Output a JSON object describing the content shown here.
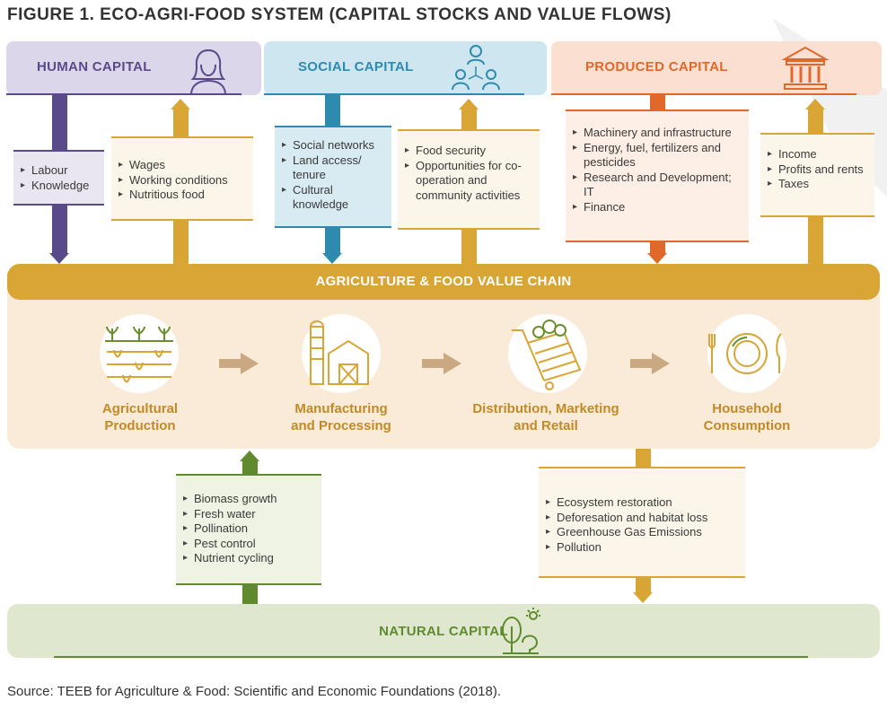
{
  "title": "FIGURE 1. ECO-AGRI-FOOD SYSTEM (CAPITAL STOCKS AND VALUE FLOWS)",
  "capitals": {
    "human": "HUMAN CAPITAL",
    "social": "SOCIAL CAPITAL",
    "produced": "PRODUCED CAPITAL",
    "natural": "NATURAL CAPITAL"
  },
  "flows": {
    "human_in": [
      "Labour",
      "Knowledge"
    ],
    "human_out": [
      "Wages",
      "Working conditions",
      "Nutritious food"
    ],
    "social_in": [
      "Social networks",
      "Land access/ tenure",
      "Cultural knowledge"
    ],
    "social_out": [
      "Food security",
      "Opportunities for co-operation and community activities"
    ],
    "produced_in": [
      "Machinery and infrastructure",
      "Energy, fuel, fertilizers and pesticides",
      "Research and Development; IT",
      "Finance"
    ],
    "produced_out": [
      "Income",
      "Profits and rents",
      "Taxes"
    ],
    "natural_in": [
      "Biomass growth",
      "Fresh water",
      "Pollination",
      "Pest control",
      "Nutrient cycling"
    ],
    "natural_out": [
      "Ecosystem restoration",
      "Deforesation and habitat loss",
      "Greenhouse Gas Emissions",
      "Pollution"
    ]
  },
  "value_chain": {
    "title": "AGRICULTURE & FOOD VALUE CHAIN",
    "stages": [
      {
        "line1": "Agricultural",
        "line2": "Production",
        "icon": "crops-icon"
      },
      {
        "line1": "Manufacturing",
        "line2": "and Processing",
        "icon": "factory-icon"
      },
      {
        "line1": "Distribution, Marketing",
        "line2": "and Retail",
        "icon": "cart-icon"
      },
      {
        "line1": "Household",
        "line2": "Consumption",
        "icon": "plate-icon"
      }
    ]
  },
  "source": "Source: TEEB for Agriculture & Food: Scientific and Economic Foundations (2018).",
  "colors": {
    "human": "#5a4a8a",
    "social": "#2f8ab0",
    "produced": "#e0682a",
    "gold": "#d9a534",
    "natural": "#5f8a2d"
  }
}
